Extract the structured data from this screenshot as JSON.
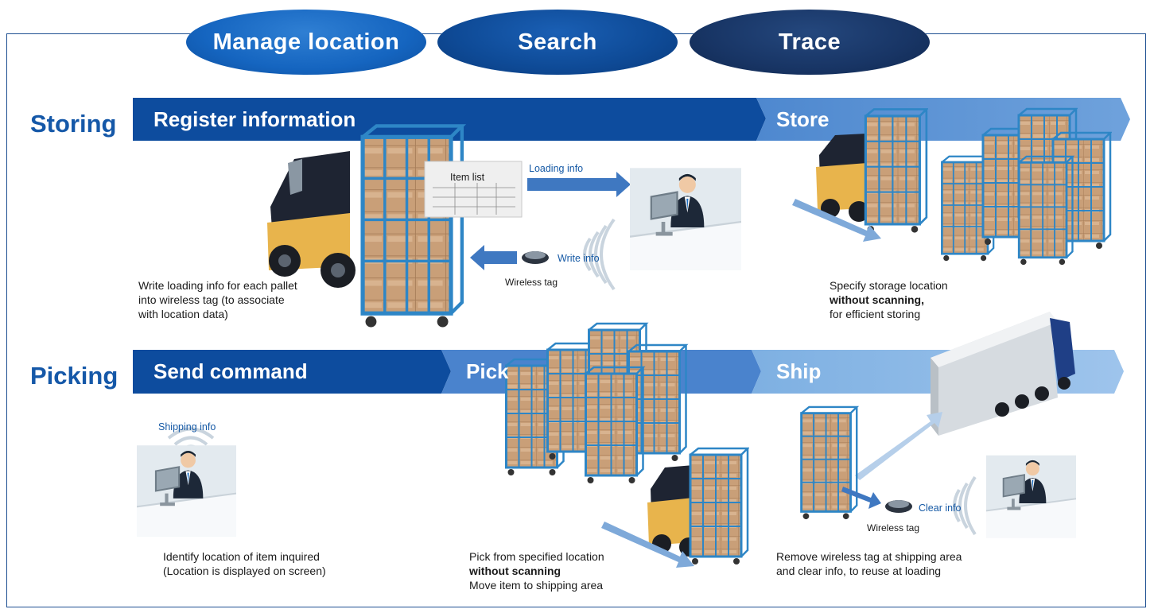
{
  "header": {
    "ovals": [
      "Manage location",
      "Search",
      "Trace"
    ]
  },
  "storing": {
    "label": "Storing",
    "step1": "Register information",
    "step2": "Store",
    "item_list": "Item list",
    "loading_info": "Loading info",
    "write_info": "Write info",
    "wireless_tag": "Wireless tag",
    "note1": [
      "Write loading info for each pallet",
      "into wireless tag (to associate",
      "with location data)"
    ],
    "note2_a": "Specify storage location",
    "note2_b": "without scanning,",
    "note2_c": "for efficient storing"
  },
  "picking": {
    "label": "Picking",
    "step1": "Send command",
    "step2": "Pick",
    "step3": "Ship",
    "shipping_info": "Shipping info",
    "clear_info": "Clear info",
    "wireless_tag": "Wireless tag",
    "note1": [
      "Identify location of item inquired",
      "(Location is displayed on screen)"
    ],
    "note2_a": "Pick from specified location",
    "note2_b": "without scanning",
    "note2_c": "Move item to shipping area",
    "note3": [
      "Remove wireless tag at shipping area",
      "and clear info, to reuse at loading"
    ]
  },
  "colors": {
    "dark_blue": "#0d4c9e",
    "mid_blue": "#3f7fc9",
    "light_blue": "#7fb0e0",
    "label_blue": "#1558a8",
    "cage_blue": "#2e86c6",
    "box_tan": "#c99f78"
  }
}
